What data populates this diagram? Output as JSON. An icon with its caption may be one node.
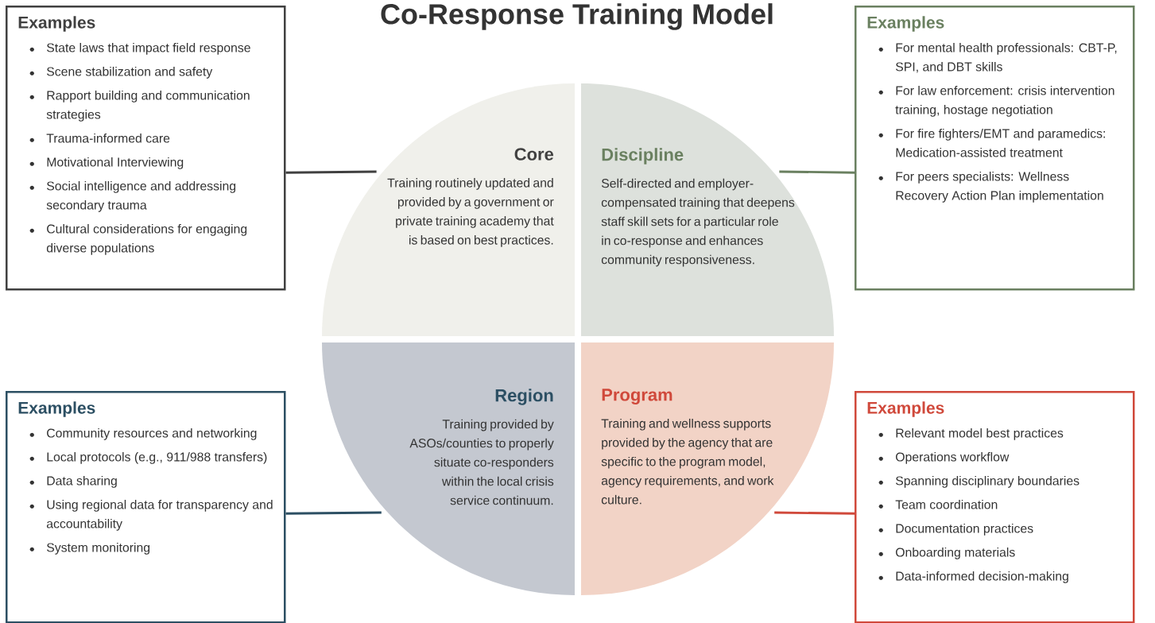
{
  "diagram": {
    "title": "Co-Response Training Model",
    "nodes": [
      {
        "text": [
          "Examples",
          "State laws that impact field response",
          "Scene stabilization and safety",
          "Rapport building and communication strategies",
          "Trauma-informed care",
          "Motivational Interviewing",
          "Social intelligence and addressing secondary trauma",
          "Cultural considerations for engaging diverse populations"
        ]
      },
      {
        "text": [
          "Core",
          "Training routinely updated and provided by a government or private training academy that is based on best practices."
        ]
      },
      {
        "text": [
          "Discipline",
          "Self-directed and employer-compensated training that deepens staff skill sets for a particular role in co-response and enhances community responsiveness."
        ]
      },
      {
        "text": [
          "Examples",
          "For mental health professionals: CBT-P, SPI, and DBT skills",
          "For law enforcement: crisis intervention training, hostage negotiation",
          "For fire fighters/EMT and paramedics: Medication-assisted treatment",
          "For peers specialists: Wellness Recovery Action Plan implementation"
        ]
      },
      {
        "text": [
          "Region",
          "Training provided by ASOs/counties to properly situate co-responders within the local crisis service continuum."
        ]
      },
      {
        "text": [
          "Program",
          "Training and wellness supports provided by the agency that are specific to the program model, agency requirements, and work culture."
        ]
      },
      {
        "text": [
          "Examples",
          "Community resources and networking",
          "Local protocols (e.g., 911/988 transfers)",
          "Data sharing",
          "Using regional data for transparency and accountability",
          "System monitoring"
        ]
      },
      {
        "text": [
          "Examples",
          "Relevant model best practices",
          "Operations workflow",
          "Spanning disciplinary boundaries",
          "Team coordination",
          "Documentation practices",
          "Onboarding materials",
          "Data-informed decision-making"
        ]
      }
    ],
    "edges": [
      {
        "from": 0,
        "to": 1,
        "arrow": "none",
        "color": "#404040"
      },
      {
        "from": 2,
        "to": 3,
        "arrow": "none",
        "color": "#6a8060"
      },
      {
        "from": 4,
        "to": 6,
        "arrow": "none",
        "color": "#2c4f63"
      },
      {
        "from": 5,
        "to": 7,
        "arrow": "none",
        "color": "#d0493b"
      }
    ]
  }
}
